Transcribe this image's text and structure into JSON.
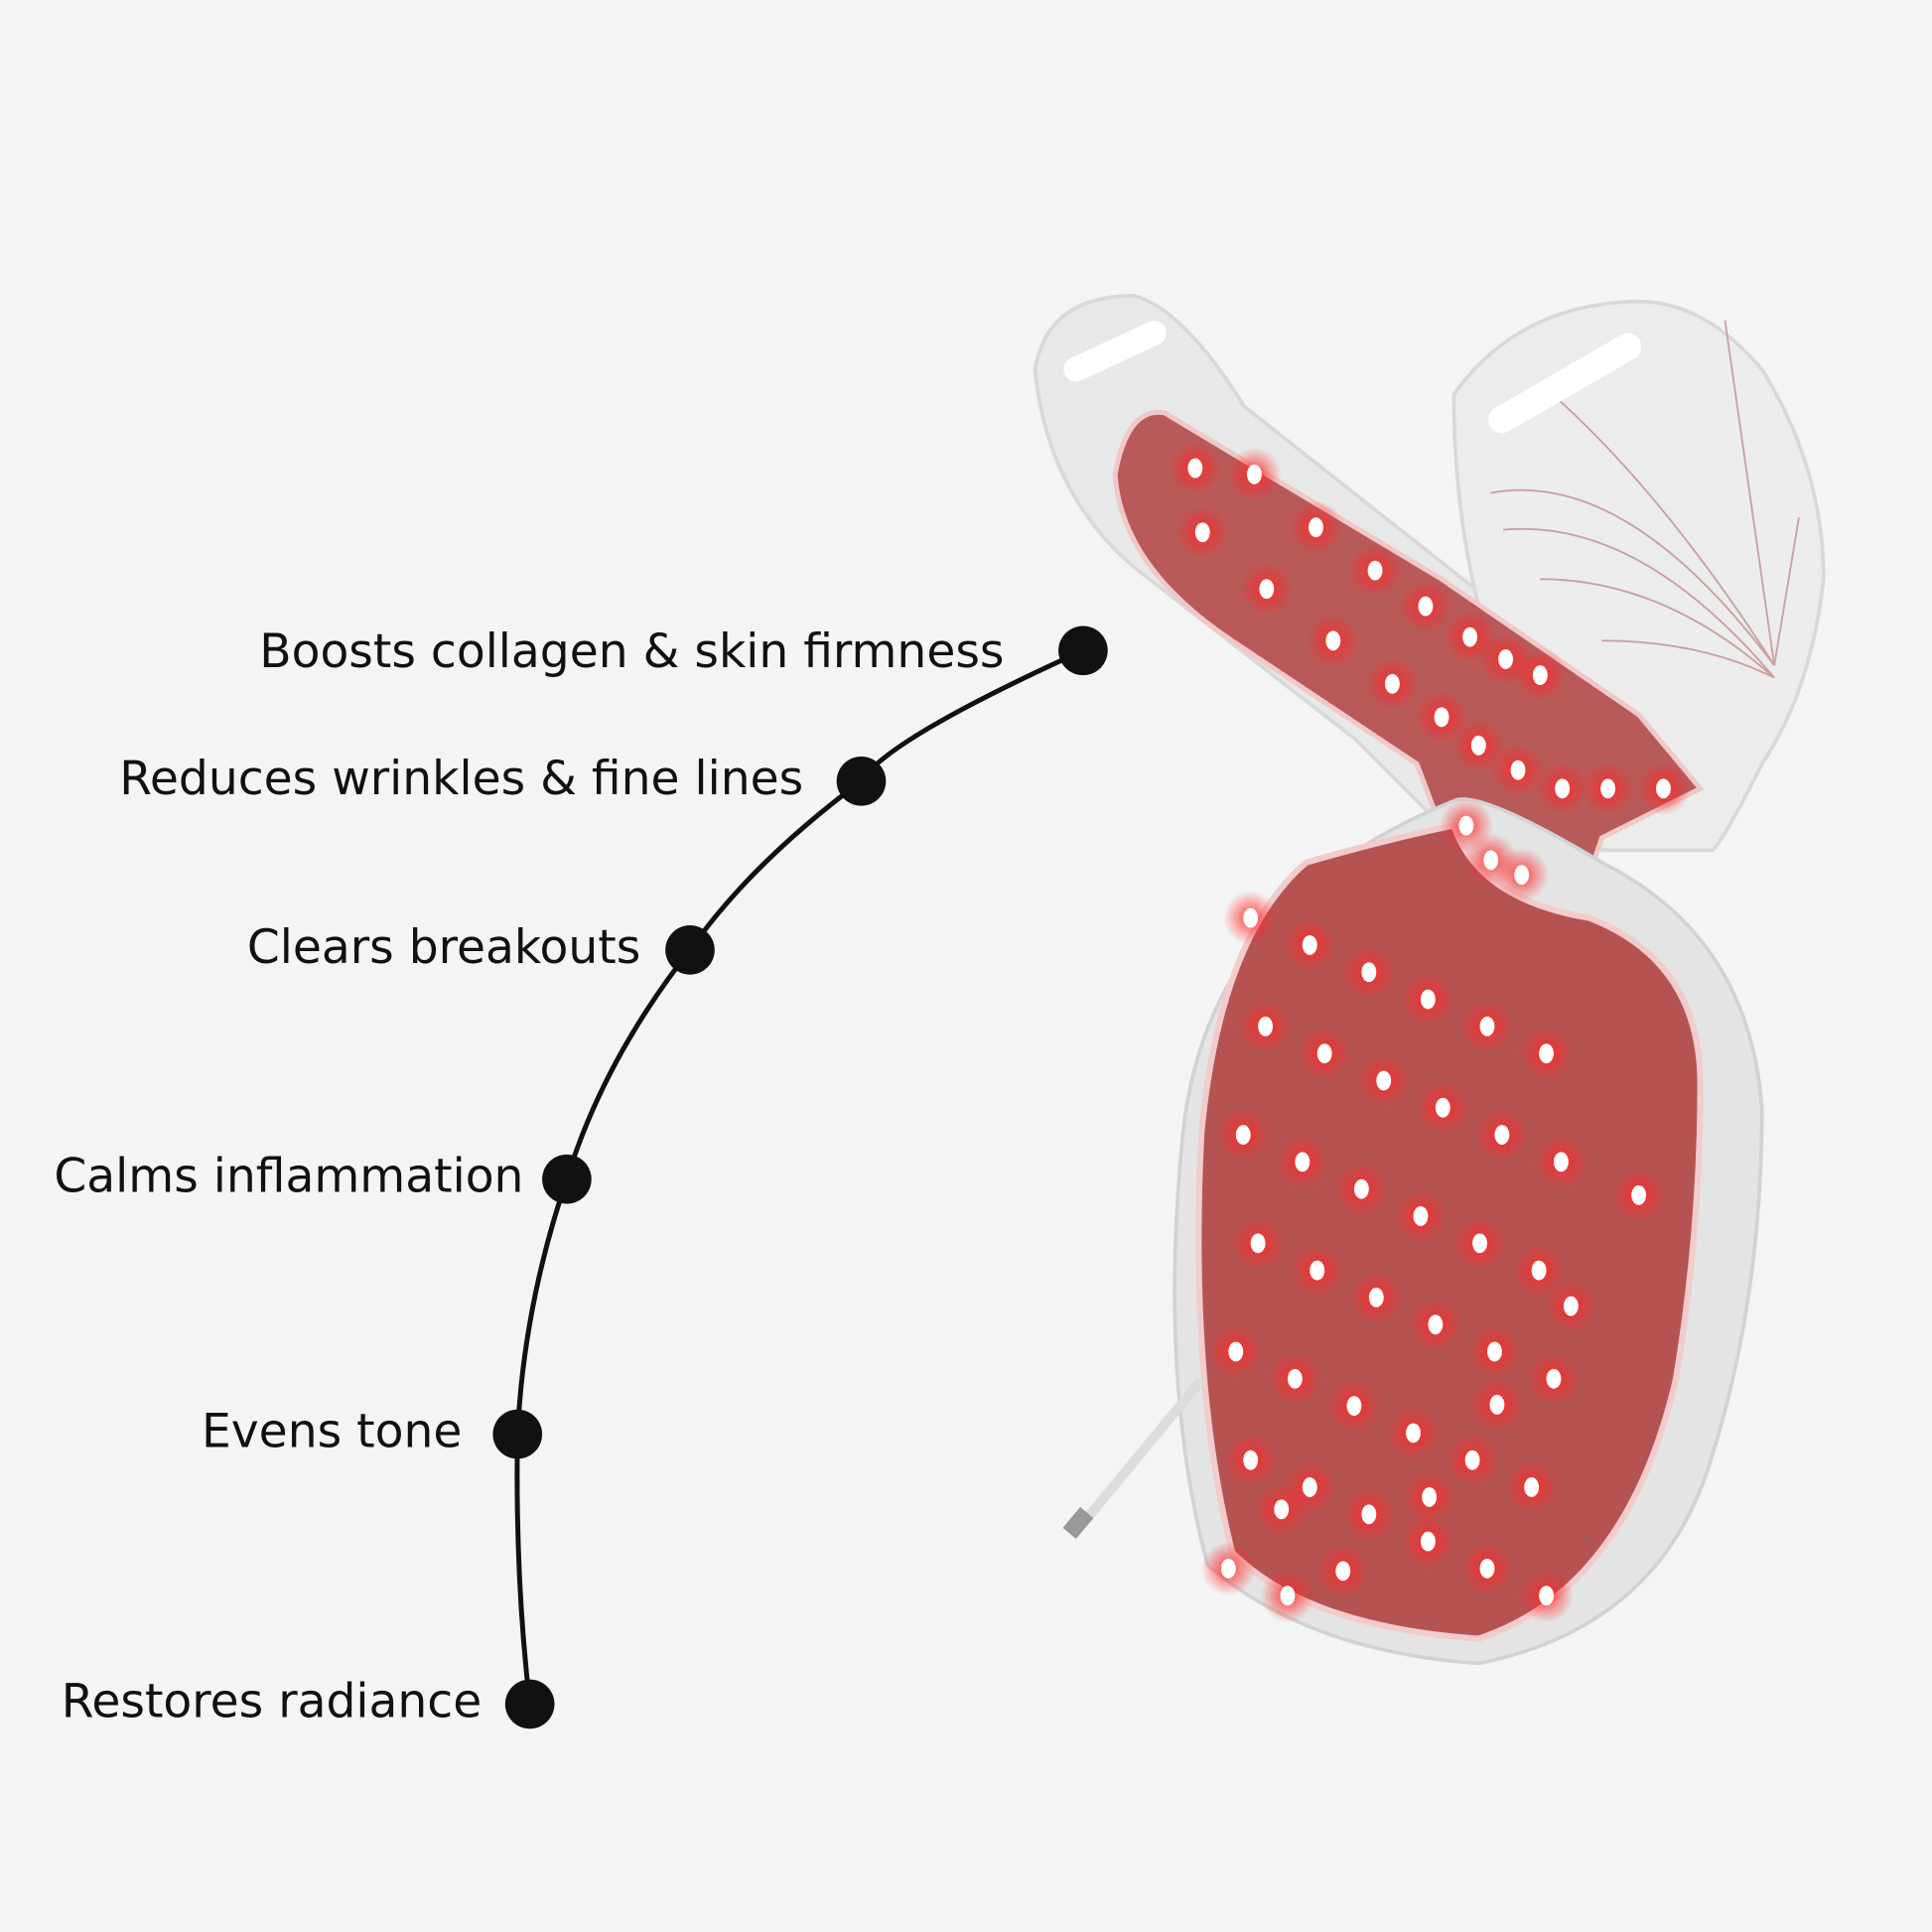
{
  "benefits": [
    "Boosts collagen & skin firmness",
    "Reduces wrinkles & fine lines",
    "Clears breakouts",
    "Calms inflammation",
    "Evens tone",
    "Restores radiance"
  ],
  "colors": {
    "background": "#f4f4f4",
    "line": "#111111",
    "panel": "#b85555",
    "led": "#ff3b3b",
    "shell": "#e6e6e6"
  }
}
